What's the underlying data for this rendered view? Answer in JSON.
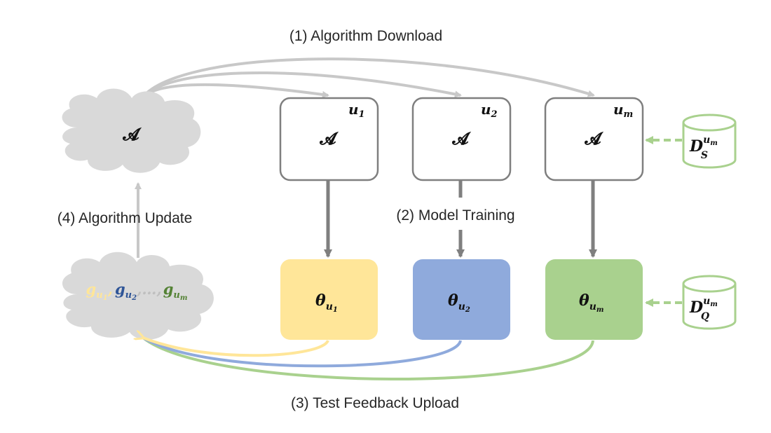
{
  "labels": {
    "download": "(1) Algorithm Download",
    "training": "(2) Model Training",
    "upload": "(3) Test Feedback Upload",
    "update": "(4) Algorithm Update"
  },
  "cloud_top": {
    "symbol": "𝓐"
  },
  "cloud_bottom": {
    "g": "g",
    "sep1": ",",
    "sep2": ",…,",
    "grad_subs": [
      "u",
      "u",
      "u"
    ],
    "grad_sub_indices": [
      "1",
      "2",
      "m"
    ]
  },
  "users": [
    {
      "name": "u",
      "index": "1",
      "algorithm": "𝓐",
      "theta": "θ",
      "theta_sub": "u",
      "theta_sub_index": "1"
    },
    {
      "name": "u",
      "index": "2",
      "algorithm": "𝓐",
      "theta": "θ",
      "theta_sub": "u",
      "theta_sub_index": "2"
    },
    {
      "name": "u",
      "index": "m",
      "algorithm": "𝓐",
      "theta": "θ",
      "theta_sub": "u",
      "theta_sub_index": "m"
    }
  ],
  "datasets": {
    "support": {
      "base": "D",
      "sup": "u",
      "sup_index": "m",
      "sub": "S"
    },
    "query": {
      "base": "D",
      "sup": "u",
      "sup_index": "m",
      "sub": "Q"
    }
  },
  "colors": {
    "arrow_gray": "#c8c8c8",
    "dark_arrow": "#7f7f7f",
    "box_border": "#7f7f7f",
    "cloud": "#d9d9d9",
    "yellow": "#ffe699",
    "blue": "#8faadc",
    "green": "#a9d18e",
    "green_dark": "#548235",
    "blue_dark": "#2f5597",
    "yellow_text": "#ffe699"
  }
}
